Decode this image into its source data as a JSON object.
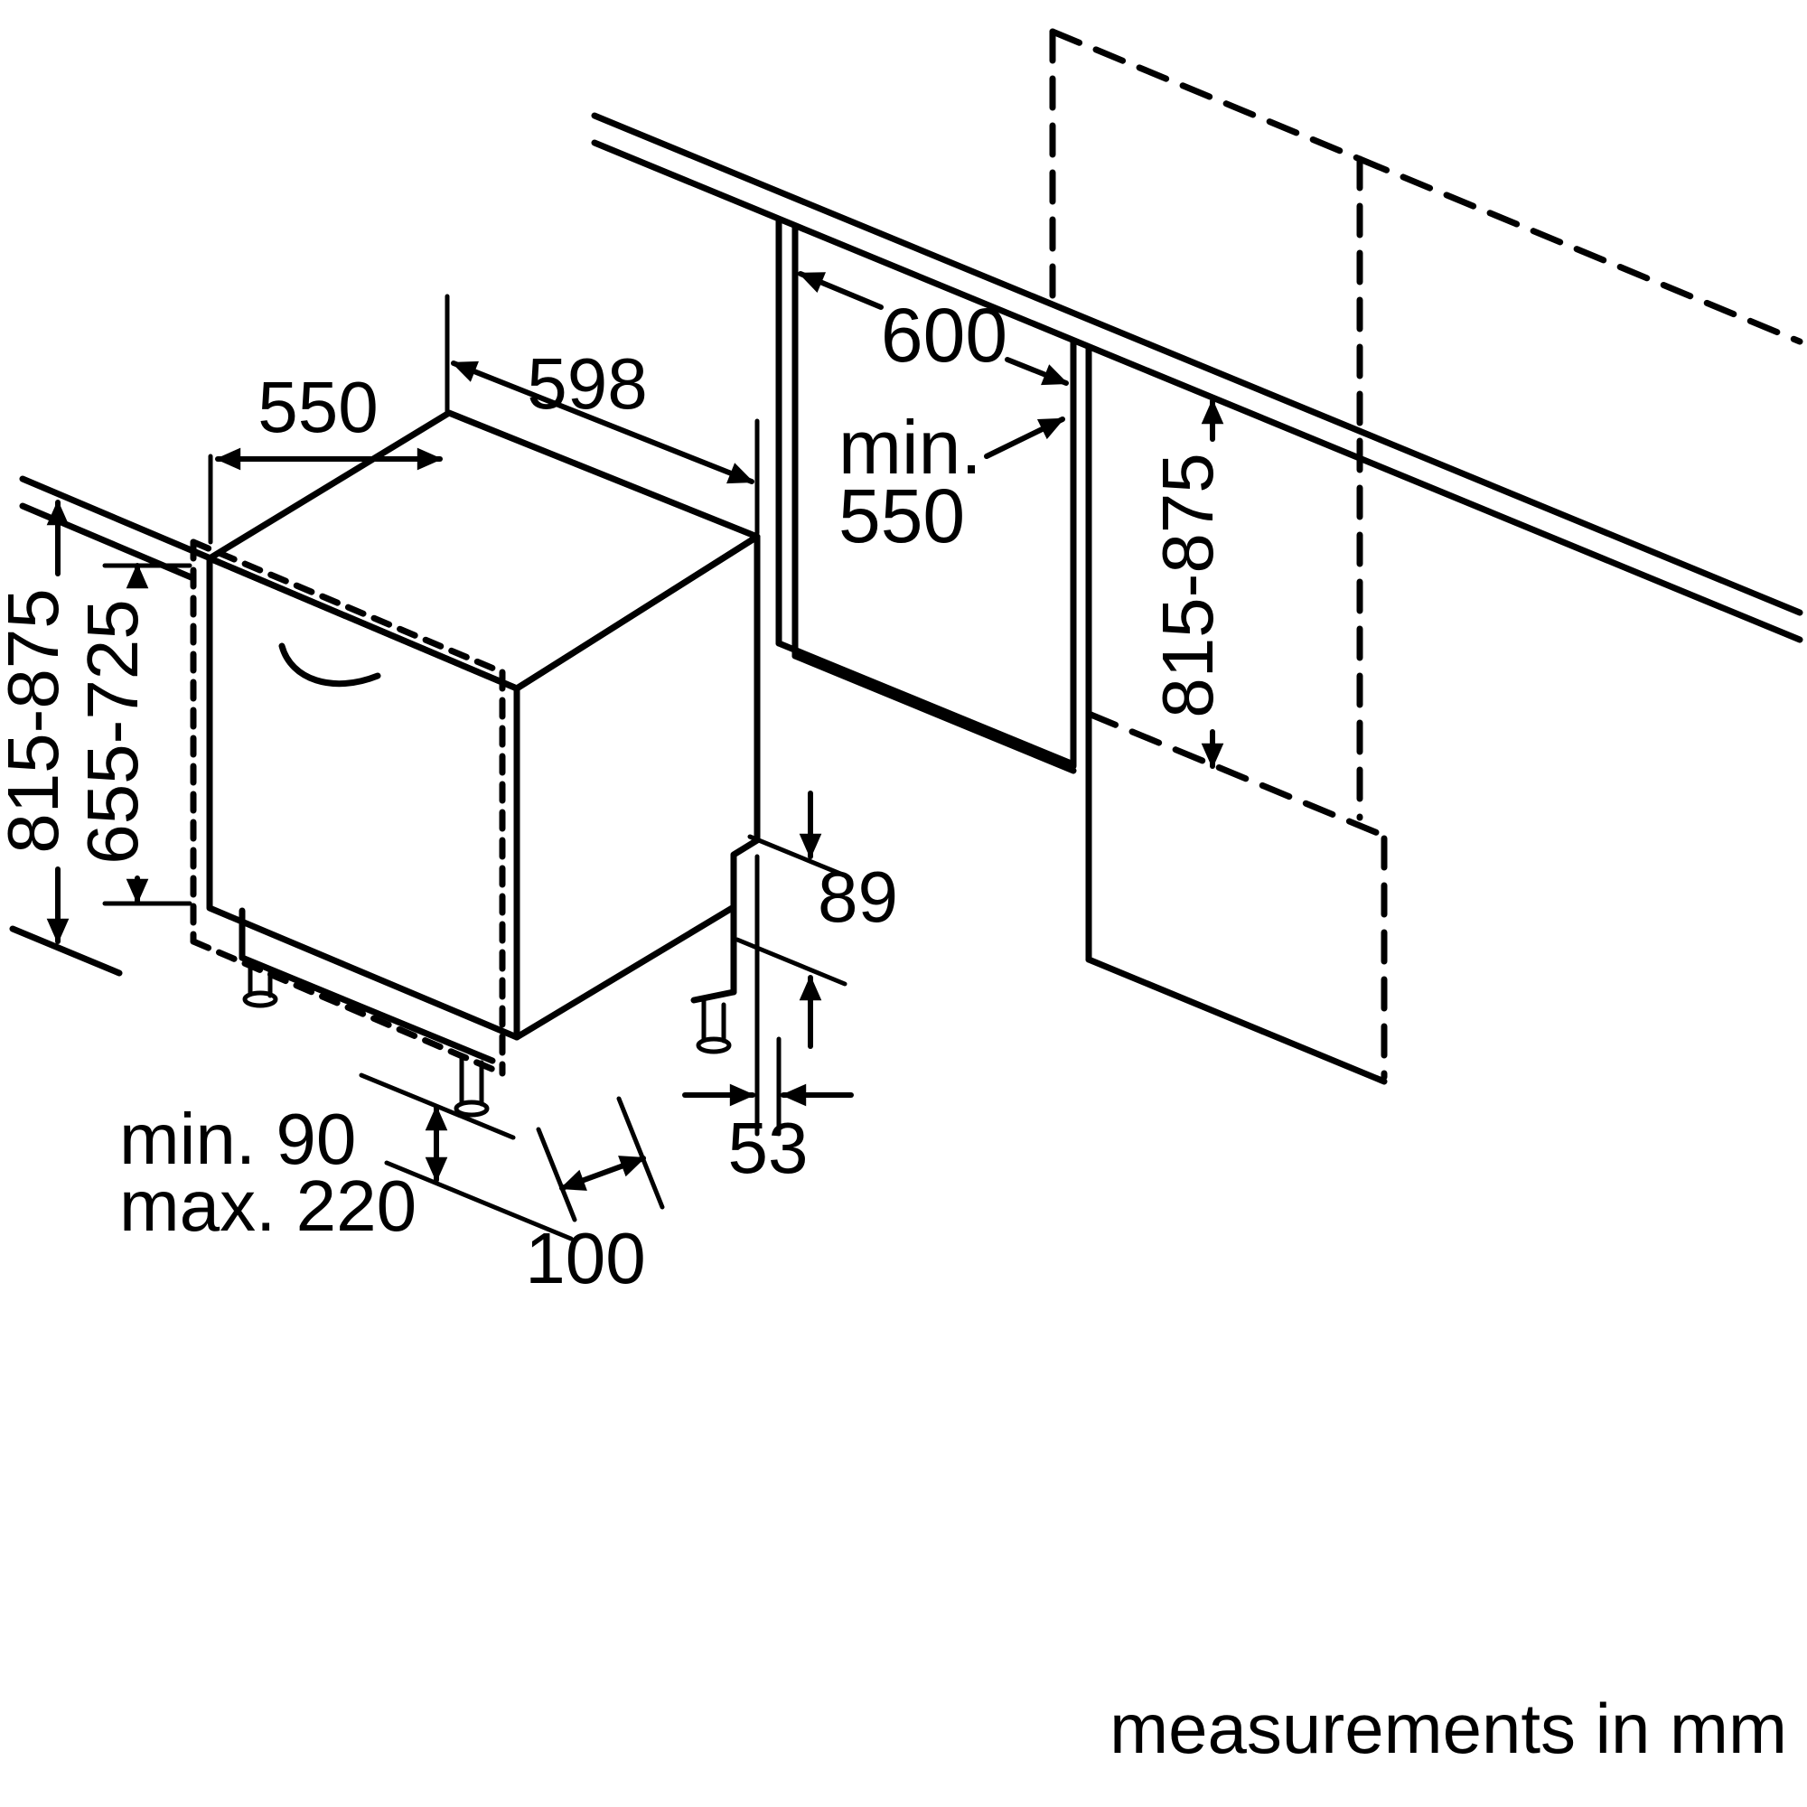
{
  "labels": {
    "top_depth": "550",
    "top_width": "598",
    "niche_depth": "600",
    "niche_min": "min.",
    "niche_min_value": "550",
    "left_height": "815-875",
    "door_height": "655-725",
    "niche_height": "815-875",
    "plinth_height": "89",
    "rear_gap": "53",
    "base_depth": "100",
    "clearance_min": "min. 90",
    "clearance_max": "max. 220",
    "footer": "measurements in mm"
  },
  "line_color": "#000000",
  "background_color": "#ffffff"
}
